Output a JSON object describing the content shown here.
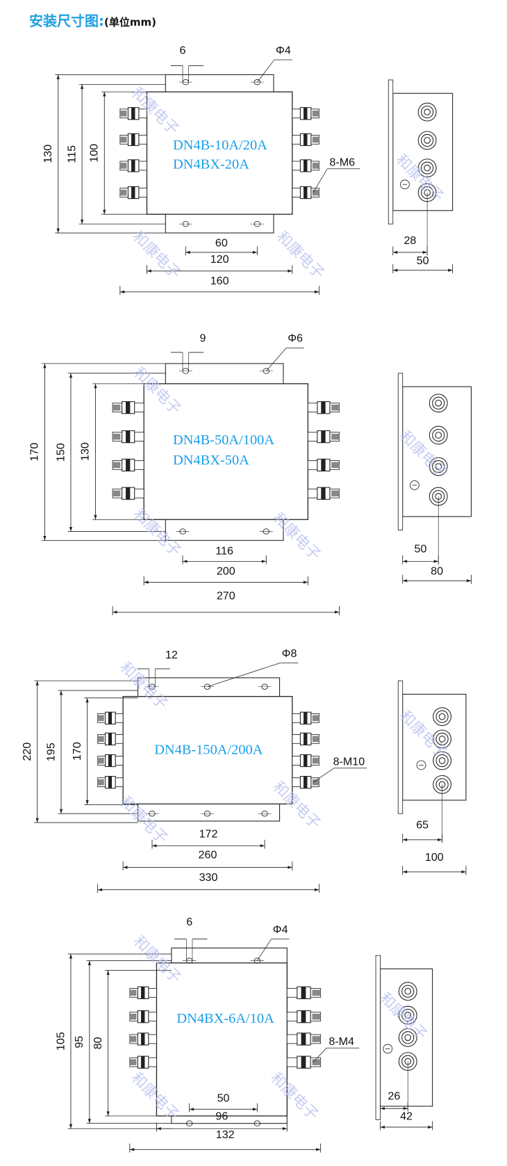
{
  "header": {
    "title": "安装尺寸图:",
    "unit": "(单位mm)"
  },
  "watermark": "和康电子",
  "colors": {
    "title": "#1ea0e0",
    "model_text": "#1a9ee8",
    "watermark": "#b8bff0"
  },
  "drawings": [
    {
      "models": [
        "DN4B-10A/20A",
        "DN4BX-20A"
      ],
      "slot_width": "6",
      "hole": "Φ4",
      "thread": "8-M6",
      "heights": [
        "130",
        "115",
        "100"
      ],
      "widths": [
        "60",
        "120",
        "160"
      ],
      "side_widths": [
        "28",
        "50"
      ]
    },
    {
      "models": [
        "DN4B-50A/100A",
        "DN4BX-50A"
      ],
      "slot_width": "9",
      "hole": "Φ6",
      "thread": "",
      "heights": [
        "170",
        "150",
        "130"
      ],
      "widths": [
        "116",
        "200",
        "270"
      ],
      "side_widths": [
        "50",
        "80"
      ]
    },
    {
      "models": [
        "DN4B-150A/200A"
      ],
      "slot_width": "12",
      "hole": "Φ8",
      "thread": "8-M10",
      "heights": [
        "220",
        "195",
        "170"
      ],
      "widths": [
        "172",
        "260",
        "330"
      ],
      "side_widths": [
        "65",
        "100"
      ]
    },
    {
      "models": [
        "DN4BX-6A/10A"
      ],
      "slot_width": "6",
      "hole": "Φ4",
      "thread": "8-M4",
      "heights": [
        "105",
        "95",
        "80"
      ],
      "widths": [
        "50",
        "96",
        "132"
      ],
      "side_widths": [
        "26",
        "42"
      ]
    }
  ]
}
